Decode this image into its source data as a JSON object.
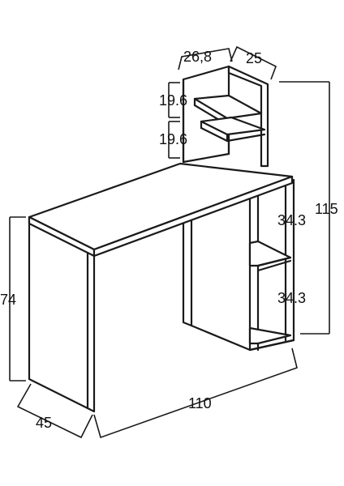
{
  "dimensions": {
    "shelf_depth": "26,8",
    "shelf_width": "25",
    "top_gap_1": "19.6",
    "top_gap_2": "19.6",
    "total_height": "115",
    "lower_gap_1": "34.3",
    "lower_gap_2": "34.3",
    "desk_height": "74",
    "desk_depth": "45",
    "desk_width": "110"
  }
}
